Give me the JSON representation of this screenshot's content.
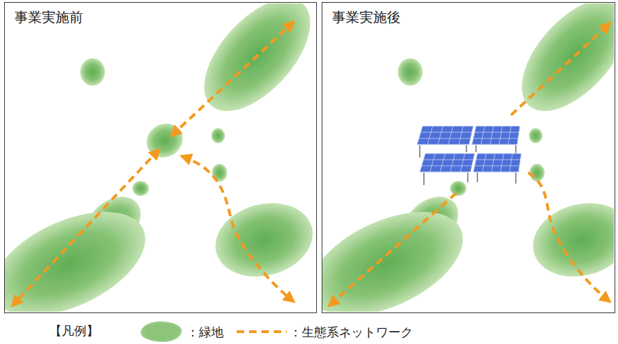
{
  "diagram": {
    "nodes": [
      {
        "text": [
          "事業実施前"
        ]
      },
      {
        "text": [
          "事業実施後"
        ]
      }
    ],
    "labels": [
      "【凡例】"
    ],
    "legend": [
      {
        "text": "：緑地",
        "color": "#8cc47a"
      },
      {
        "text": "：生態系ネットワーク"
      }
    ]
  }
}
